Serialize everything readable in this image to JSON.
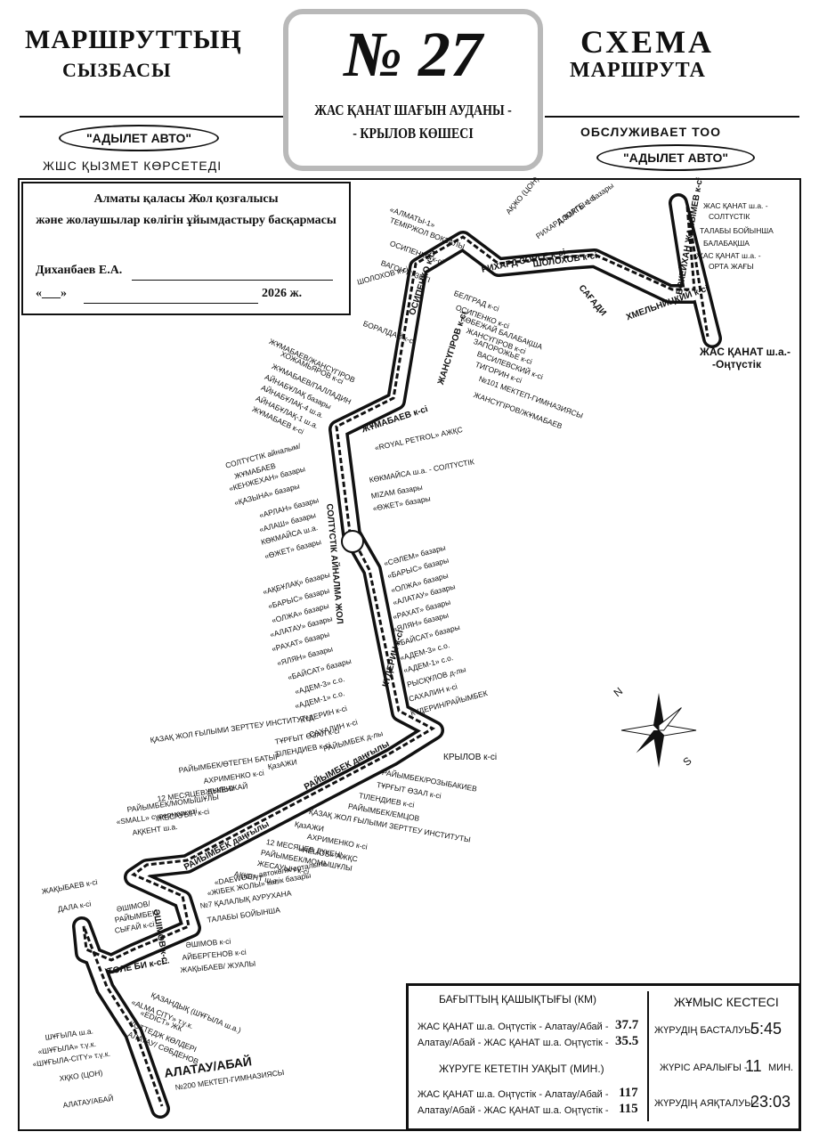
{
  "header": {
    "left_title_1": "МАРШРУТТЫҢ",
    "left_title_2": "СЫЗБАСЫ",
    "right_title_1": "СХЕМА",
    "right_title_2": "МАРШРУТА",
    "route_number": "№ 27",
    "route_name_1": "ЖАС ҚАНАТ ШАҒЫН АУДАНЫ -",
    "route_name_2": "- КРЫЛОВ КӨШЕСІ",
    "carrier_left": "\"АДЫЛЕТ АВТО\"",
    "carrier_left_caption": "ЖШС  ҚЫЗМЕТ КӨРСЕТЕДІ",
    "carrier_right_caption": "ОБСЛУЖИВАЕТ ТОО",
    "carrier_right": "\"АДЫЛЕТ АВТО\""
  },
  "approval": {
    "org_1": "Алматы қаласы Жол қозғалысы",
    "org_2": "және жолаушылар көлігін ұйымдастыру басқармасы",
    "signer": "Диханбаев Е.А.",
    "date_prefix": "«___»",
    "date_suffix": "2026 ж."
  },
  "map": {
    "labels_start": [
      {
        "t": "ЖАС ҚАНАТ ш.а. -"
      },
      {
        "t": "СОЛТҮСТІК"
      },
      {
        "t": "ТАЛАБЫ БОЙЫНША"
      },
      {
        "t": "БАЛАБАҚША"
      },
      {
        "t": "ЖАС ҚАНАТ ш.а. -"
      },
      {
        "t": "ОРТА ЖАҒЫ"
      }
    ],
    "terminal_start_1": "ЖАС ҚАНАТ ш.а.-",
    "terminal_start_2": "-Оңтүстік",
    "streets": [
      {
        "t": "ОСИПЕНКО к-сі"
      },
      {
        "t": "РИХАРД ЗОРГЕ к-сі"
      },
      {
        "t": "ШОЛОХОВ к-сі"
      },
      {
        "t": "САҒАДИ"
      },
      {
        "t": "ХМЕЛЬНИЦКИЙ к-сі"
      },
      {
        "t": "БӨКЕЙХАН ЖАЛЫМЕВ к-сі"
      },
      {
        "t": "ЖАНСҮГІРОВ к-сі"
      },
      {
        "t": "ЖҰМАБАЕВ к-сі"
      },
      {
        "t": "СОЛТҮСТІК АЙНАЛМА ЖОЛ"
      },
      {
        "t": "КҮДЕРИН к-сі"
      },
      {
        "t": "РАЙЫМБЕК даңғылы"
      },
      {
        "t": "РАЙЫМБЕК даңғылы"
      },
      {
        "t": "ӘШІМОВ к-сі"
      },
      {
        "t": "ТӨЛЕ БИ к-сі"
      }
    ],
    "stops_left": [
      {
        "t": "«АЛМАТЫ-1»"
      },
      {
        "t": "ТЕМІРЖОЛ ВОКЗАЛЫ"
      },
      {
        "t": "ОСИПЕНКО к-сі"
      },
      {
        "t": "ВАГОН КҮЗЕТІ"
      },
      {
        "t": "ШОЛОХОВ к-сі"
      },
      {
        "t": "БОРАЛДАЙ к-сі"
      },
      {
        "t": "ЖҰМАБАЕВ/ЖАНСҮГІРОВ"
      },
      {
        "t": "ХОЖАМЬЯРОВ к-сі"
      },
      {
        "t": "ЖҰМАБАЕВ/ПАЛЛАДИН"
      },
      {
        "t": "АЙНАБҰЛАҚ базары"
      },
      {
        "t": "АЙНАБҰЛАҚ-4 ш.а."
      },
      {
        "t": "АЙНАБҰЛАҚ-1 ш.а."
      },
      {
        "t": "ЖҰМАБАЕВ к-сі"
      },
      {
        "t": "СОЛТҮСТІК айналым/"
      },
      {
        "t": "ЖҰМАБАЕВ"
      },
      {
        "t": "«КЕНЖЕХАН» базары"
      },
      {
        "t": "«ҚАЗЫНА» базары"
      },
      {
        "t": "«АРЛАН» базары"
      },
      {
        "t": "«АЛАШ» базары"
      },
      {
        "t": "КӨКМАЙСА ш.а."
      },
      {
        "t": "«ӨЖЕТ» базары"
      },
      {
        "t": "«АҚБҰЛАҚ» базары"
      },
      {
        "t": "«БАРЫС» базары"
      },
      {
        "t": "«ОЛЖА» базары"
      },
      {
        "t": "«АЛАТАУ» базары"
      },
      {
        "t": "«РАХАТ» базары"
      },
      {
        "t": "«ЯЛЯН» базары"
      },
      {
        "t": "«БАЙСАТ» базары"
      },
      {
        "t": "«АДЕМ-3» с.о."
      },
      {
        "t": "«АДЕМ-1» с.о."
      },
      {
        "t": "КҮДЕРИН к-сі"
      },
      {
        "t": "САХАЛИН к-сі"
      },
      {
        "t": "РАЙЫМБЕК д-лы"
      }
    ],
    "stops_right": [
      {
        "t": "АҚЖО (ЦОН)"
      },
      {
        "t": "РИХАРД ЗОРГЕ к-сі"
      },
      {
        "t": "АЛМАТЫ-1 базары"
      },
      {
        "t": "БЕЛГРАД к-сі"
      },
      {
        "t": "ОСИПЕНКО к-сі"
      },
      {
        "t": "КӨБЕЖАЙ БАЛАБАҚША"
      },
      {
        "t": "ЖАНСҮГІРОВ к-сі"
      },
      {
        "t": "ЗАПОРОЖЬЕ к-сі"
      },
      {
        "t": "ВАСИЛЕВСКИЙ к-сі"
      },
      {
        "t": "ТИГОРИН к-сі"
      },
      {
        "t": "№101 МЕКТЕП-ГИМНАЗИЯСЫ"
      },
      {
        "t": "ЖАНСҮГІРОВ/ЖҰМАБАЕВ"
      },
      {
        "t": "«ROYAL PETROL» АЖҚС"
      },
      {
        "t": "КӨКМАЙСА ш.а. - СОЛТҮСТІК"
      },
      {
        "t": "MIZAM базары"
      },
      {
        "t": "«ӨЖЕТ» базары"
      },
      {
        "t": "«СӘЛЕМ» базары"
      },
      {
        "t": "«БАРЫС» базары"
      },
      {
        "t": "«ОЛЖА» базары"
      },
      {
        "t": "«АЛАТАУ» базары"
      },
      {
        "t": "«РАХАТ» базары"
      },
      {
        "t": "«ЯЛЯН» базары"
      },
      {
        "t": "«БАЙСАТ» базары"
      },
      {
        "t": "«АДЕМ-3» с.о."
      },
      {
        "t": "«АДЕМ-1» с.о."
      },
      {
        "t": "РЫСҚҰЛОВ д-лы"
      },
      {
        "t": "САХАЛИН к-сі"
      },
      {
        "t": "КҮДЕРИН/РАЙЫМБЕК"
      }
    ],
    "terminal_mid": "КРЫЛОВ к-сі",
    "stops_raiymbek_n": [
      {
        "t": "ТҰРҒЫТ ӨЗАЛ к-сі"
      },
      {
        "t": "ҚАЗАҚ ЖОЛ ҒЫЛЫМИ ЗЕРТТЕУ ИНСТИТУТЫ"
      },
      {
        "t": "ТІЛЕНДИЕВ к-сі"
      },
      {
        "t": "ҚазАЖИ"
      },
      {
        "t": "РАЙЫМБЕК/ӨТЕГЕН БАТЫР"
      },
      {
        "t": "АХРИМЕНКО к-сі"
      },
      {
        "t": "ЖЫЛЫЖАЙ"
      },
      {
        "t": "12 МЕСЯЦЕВ ДҮКЕНІ"
      },
      {
        "t": "РАЙЫМБЕК/МОМЫШҰЛЫ"
      },
      {
        "t": "ЖЕСАУЫН к-сі"
      },
      {
        "t": "«SMALL» супермаркеті"
      },
      {
        "t": "АҚКЕНТ ш.а."
      }
    ],
    "stops_raiymbek_s": [
      {
        "t": "РАЙЫМБЕК/РОЗЫБАКИЕВ"
      },
      {
        "t": "ТҰРҒЫТ ӨЗАЛ к-сі"
      },
      {
        "t": "ТІЛЕНДИЕВ к-сі"
      },
      {
        "t": "РАЙЫМБЕК/ЕМЦОВ"
      },
      {
        "t": "ҚАЗАҚ ЖОЛ ҒЫЛЫМИ ЗЕРТТЕУ ИНСТИТУТЫ"
      },
      {
        "t": "ҚазАЖИ"
      },
      {
        "t": "АХРИМЕНКО к-сі"
      },
      {
        "t": "«HELIOS» АЖҚС"
      },
      {
        "t": "12 МЕСЯЦЕВ ДҮКЕНІ"
      },
      {
        "t": "РАЙЫМБЕК/МОМЫШҰЛЫ"
      },
      {
        "t": "ЖЕСАУЫН к-сі"
      },
      {
        "t": "АҚКЕНТ ш.а."
      },
      {
        "t": "«DAEWOO» автокөлік орталығы"
      },
      {
        "t": "«ЖІБЕК ЖОЛЫ» көлік базары"
      },
      {
        "t": "№7 ҚАЛАЛЫҚ АУРУХАНА"
      },
      {
        "t": "ТАЛАБЫ БОЙЫНША"
      }
    ],
    "stops_south": [
      {
        "t": "ЖАҚЫБАЕВ к-сі"
      },
      {
        "t": "ДАЛА к-сі"
      },
      {
        "t": "ӘШІМОВ/"
      },
      {
        "t": "РАЙЫМБЕК"
      },
      {
        "t": "СЫҒАЙ к-сі"
      },
      {
        "t": "ӘШІМОВ к-сі"
      },
      {
        "t": "АЙБЕРГЕНОВ к-сі"
      },
      {
        "t": "ЖАҚЫБАЕВ/ ЖУАЛЫ"
      },
      {
        "t": "ҚАЗАНДЫҚ (ШҰҒЫЛА ш.а.)"
      },
      {
        "t": "«ALMA CITY» т.ү.к."
      },
      {
        "t": "«EDICT» ЖК"
      },
      {
        "t": "КОТТЕДЖ КӨЛДЕРІ"
      },
      {
        "t": "АЛАТАУ/ СӘБДЕНОВ"
      },
      {
        "t": "ШҰҒЫЛА ш.а."
      },
      {
        "t": "«ШҰҒЫЛА» т.ү.к."
      },
      {
        "t": "«ШҰҒЫЛА-CITY» т.ү.к."
      },
      {
        "t": "ХҚКО (ЦОН)"
      },
      {
        "t": "АЛАТАУ/АБАЙ"
      },
      {
        "t": "№200 МЕКТЕП-ГИМНАЗИЯСЫ"
      }
    ],
    "terminal_end": "АЛАТАУ/АБАЙ",
    "compass_n": "N",
    "compass_s": "S"
  },
  "info": {
    "distance_title": "БАҒЫТТЫҢ ҚАШЫҚТЫҒЫ (КМ)",
    "distance_rows": [
      {
        "label": "ЖАС ҚАНАТ ш.а. Оңтүстік - Алатау/Абай -",
        "value": "37.7"
      },
      {
        "label": "Алатау/Абай - ЖАС ҚАНАТ ш.а. Оңтүстік -",
        "value": "35.5"
      }
    ],
    "time_title": "ЖҮРУГЕ КЕТЕТІН УАҚЫТ (МИН.)",
    "time_rows": [
      {
        "label": "ЖАС ҚАНАТ ш.а. Оңтүстік - Алатау/Абай -",
        "value": "117"
      },
      {
        "label": "Алатау/Абай - ЖАС ҚАНАТ ш.а. Оңтүстік -",
        "value": "115"
      }
    ],
    "schedule_title": "ЖҰМЫС КЕСТЕСІ",
    "start_label": "ЖҮРУДІҢ БАСТАЛУЫ -",
    "start_value": "5:45",
    "interval_label": "ЖҮРІС АРАЛЫҒЫ -",
    "interval_value": "11",
    "interval_unit": "МИН.",
    "end_label": "ЖҮРУДІҢ АЯҚТАЛУЫ -",
    "end_value": "23:03"
  }
}
